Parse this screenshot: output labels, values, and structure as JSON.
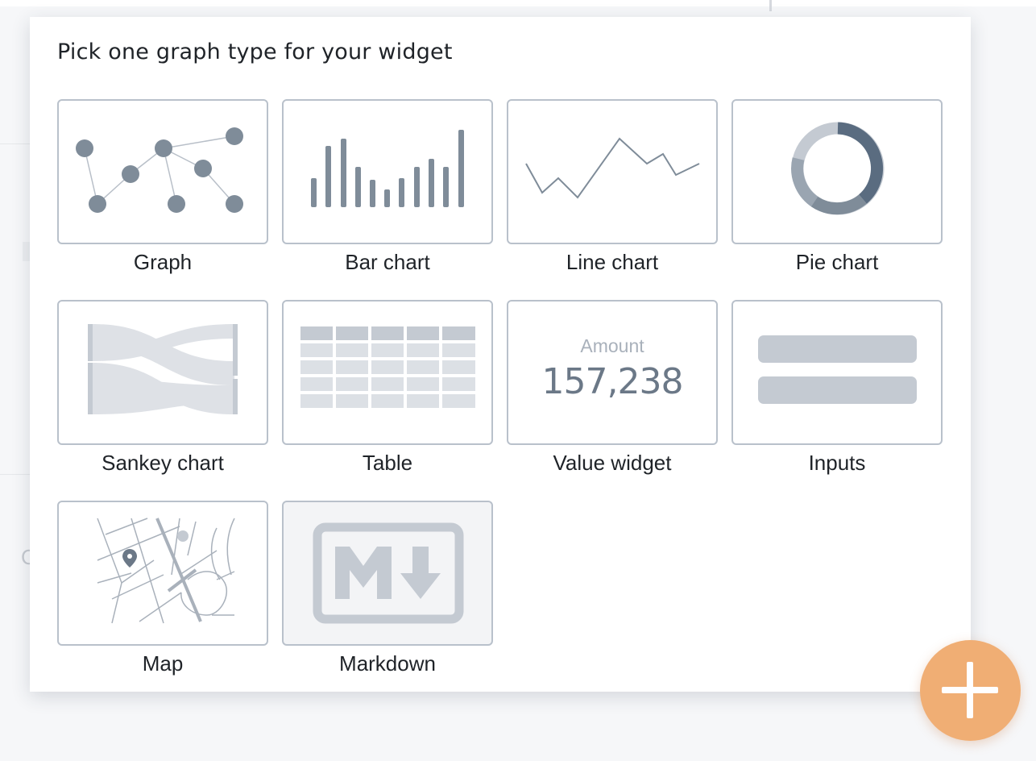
{
  "dialog": {
    "title": "Pick one graph type for your widget"
  },
  "tiles": [
    {
      "label": "Graph",
      "icon": "network-graph-icon"
    },
    {
      "label": "Bar chart",
      "icon": "bar-chart-icon"
    },
    {
      "label": "Line chart",
      "icon": "line-chart-icon"
    },
    {
      "label": "Pie chart",
      "icon": "donut-chart-icon"
    },
    {
      "label": "Sankey chart",
      "icon": "sankey-chart-icon"
    },
    {
      "label": "Table",
      "icon": "table-icon"
    },
    {
      "label": "Value widget",
      "icon": "value-widget-icon",
      "preview_caption": "Amount",
      "preview_value": "157,238"
    },
    {
      "label": "Inputs",
      "icon": "inputs-icon"
    },
    {
      "label": "Map",
      "icon": "map-icon"
    },
    {
      "label": "Markdown",
      "icon": "markdown-icon"
    }
  ],
  "fab": {
    "icon": "plus-icon"
  },
  "colors": {
    "tile_border": "#b9c1cb",
    "icon_primary": "#7f8c99",
    "icon_dark": "#5a6c80",
    "icon_light": "#c4cad2",
    "fab": "#f0ae74"
  }
}
